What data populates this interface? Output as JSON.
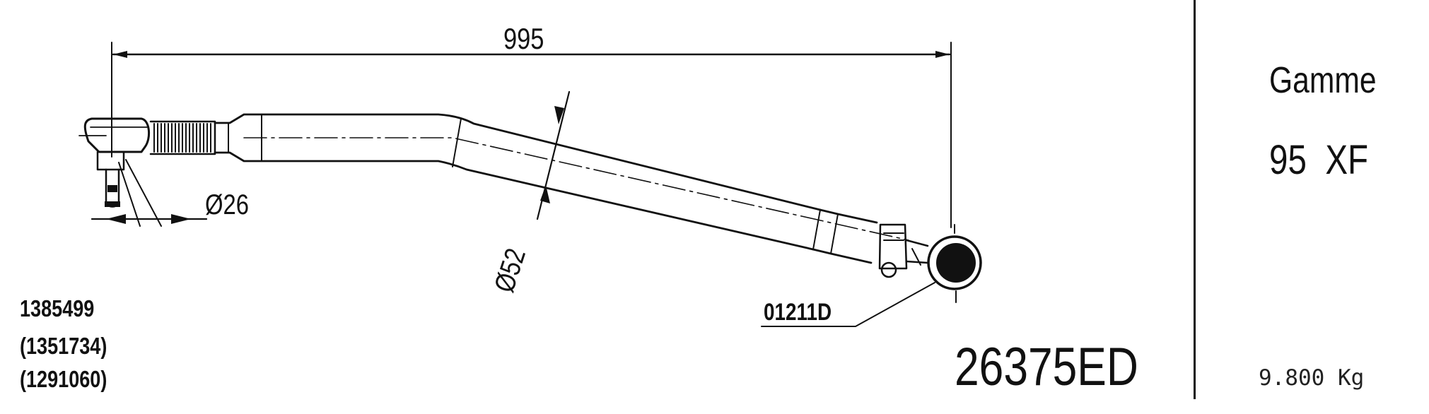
{
  "dimensions": {
    "overall_length": "995",
    "small_diameter": "Ø26",
    "large_diameter": "Ø52"
  },
  "ball_joint_code": "01211D",
  "reference_numbers": [
    "1385499",
    "(1351734)",
    "(1291060)"
  ],
  "part_number": "26375ED",
  "range_label": "Gamme",
  "range_value": "95  XF",
  "weight": "9.800 Kg"
}
